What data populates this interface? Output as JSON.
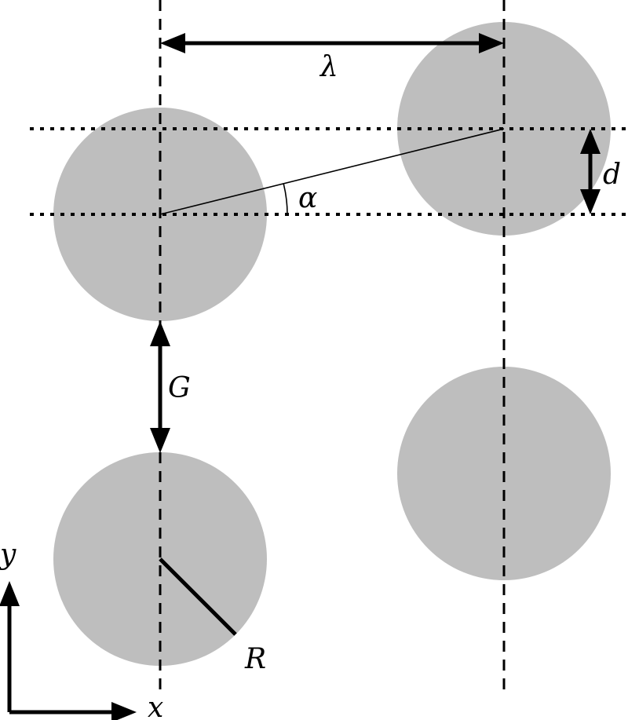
{
  "labels": {
    "wavelength": "λ",
    "offset": "d",
    "angle": "α",
    "gap": "G",
    "radius": "R",
    "x_axis": "x",
    "y_axis": "y"
  },
  "colors": {
    "cylinder_fill": "#bebebe",
    "line": "#000000",
    "background": "#ffffff"
  }
}
